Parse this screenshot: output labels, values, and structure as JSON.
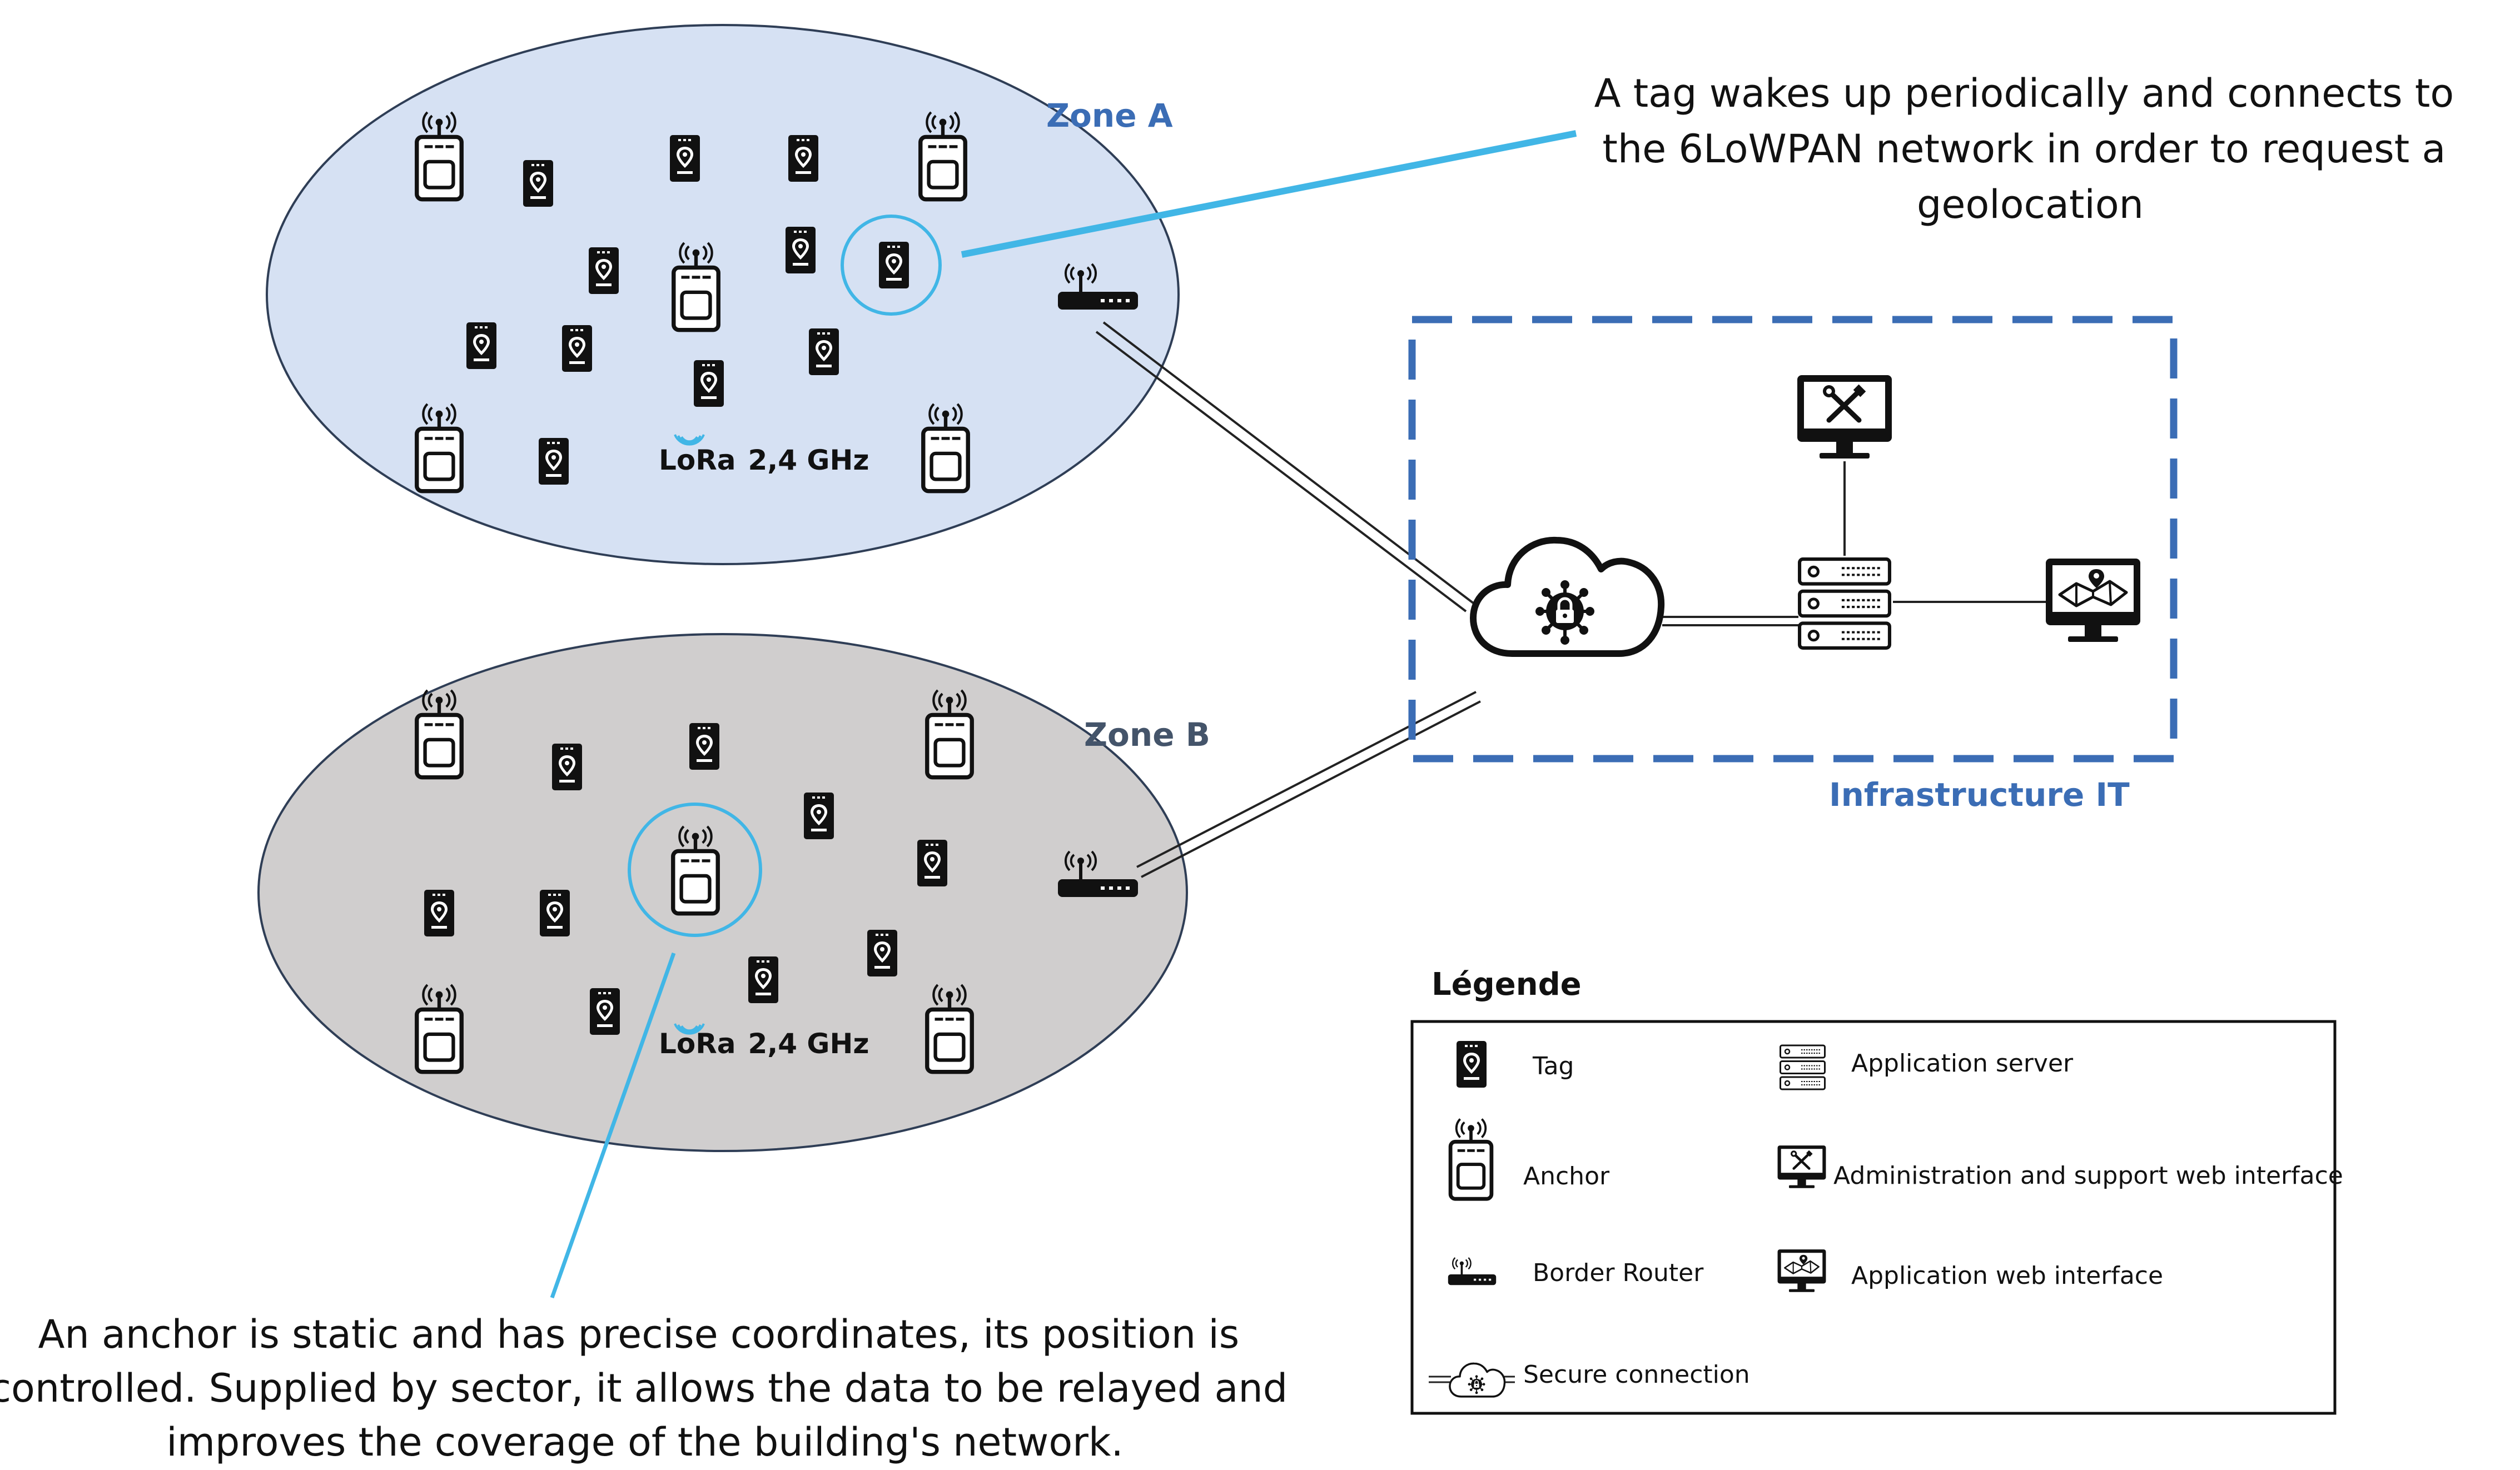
{
  "zones": [
    {
      "label": "Zone A",
      "color": "#3b6db5",
      "fill": "#d6e1f3"
    },
    {
      "label": "Zone B",
      "color": "#44546a",
      "fill": "#d0cece"
    }
  ],
  "lora": {
    "brand": "LoRa",
    "band": "2,4 GHz"
  },
  "infrastructure": {
    "label": "Infrastructure IT"
  },
  "callouts": {
    "tag": {
      "lines": [
        "A tag wakes up periodically and connects to",
        "the 6LoWPAN network in order to request a",
        "geolocation"
      ]
    },
    "anchor": {
      "lines": [
        "An anchor is static and has precise coordinates, its position is",
        "controlled. Supplied by sector, it allows the data to be relayed and",
        "improves the coverage of the building's network."
      ]
    }
  },
  "legend": {
    "title": "Légende",
    "items": {
      "tag": "Tag",
      "anchor": "Anchor",
      "border_router": "Border Router",
      "secure_connection": "Secure connection",
      "app_server": "Application server",
      "admin_interface": "Administration and support web interface",
      "app_interface": "Application web  interface"
    }
  },
  "colors": {
    "accent_line": "#41b6e6",
    "infra_border": "#3b6db5"
  }
}
